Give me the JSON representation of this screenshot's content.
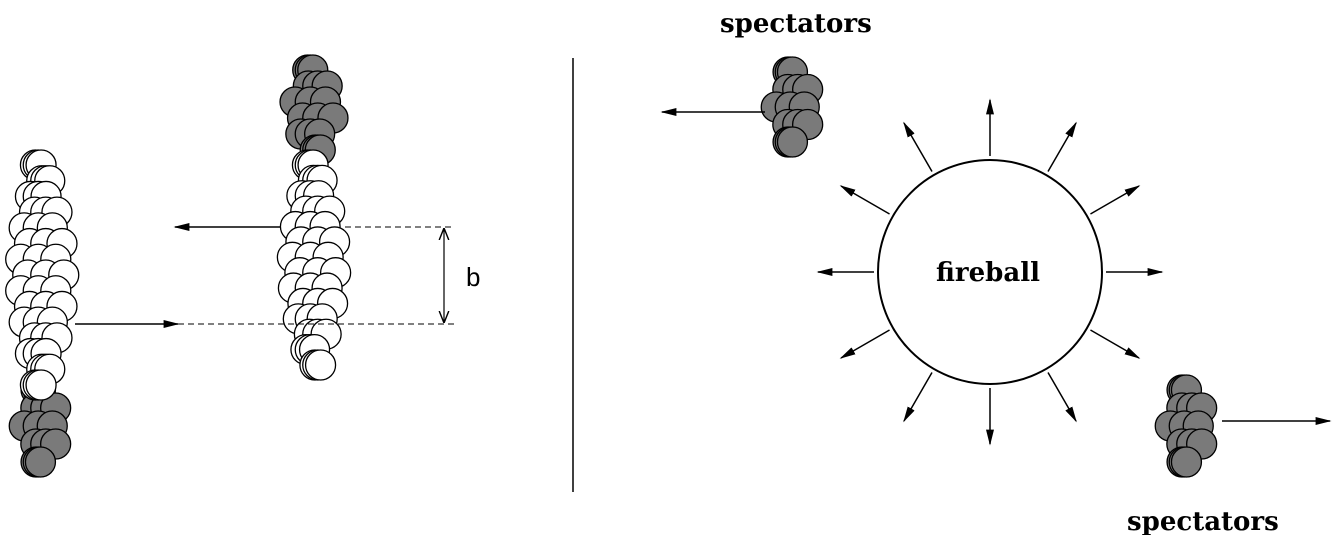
{
  "labels": {
    "impact_parameter": "b",
    "fireball": "fireball",
    "spectators_top": "spectators",
    "spectators_bottom": "spectators"
  },
  "colors": {
    "spectator_fill": "#7a7a7a",
    "participant_fill": "#ffffff",
    "stroke": "#000000"
  }
}
